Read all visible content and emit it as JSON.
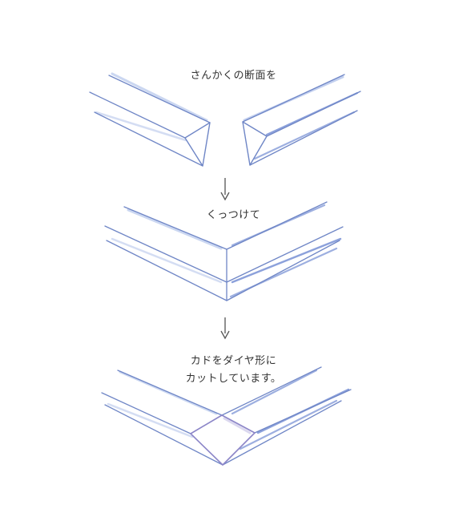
{
  "steps": [
    {
      "caption": "さんかくの断面を"
    },
    {
      "caption": "くっつけて"
    },
    {
      "caption": "カドをダイヤ形に\nカットしています。"
    }
  ],
  "colors": {
    "pencil_line": "#6f86c6",
    "pencil_soft": "#a9bce8",
    "cut_line": "#8c86c8",
    "arrow": "#555555",
    "text": "#333333"
  },
  "icons": [
    "arrow-down-icon",
    "arrow-down-icon"
  ]
}
